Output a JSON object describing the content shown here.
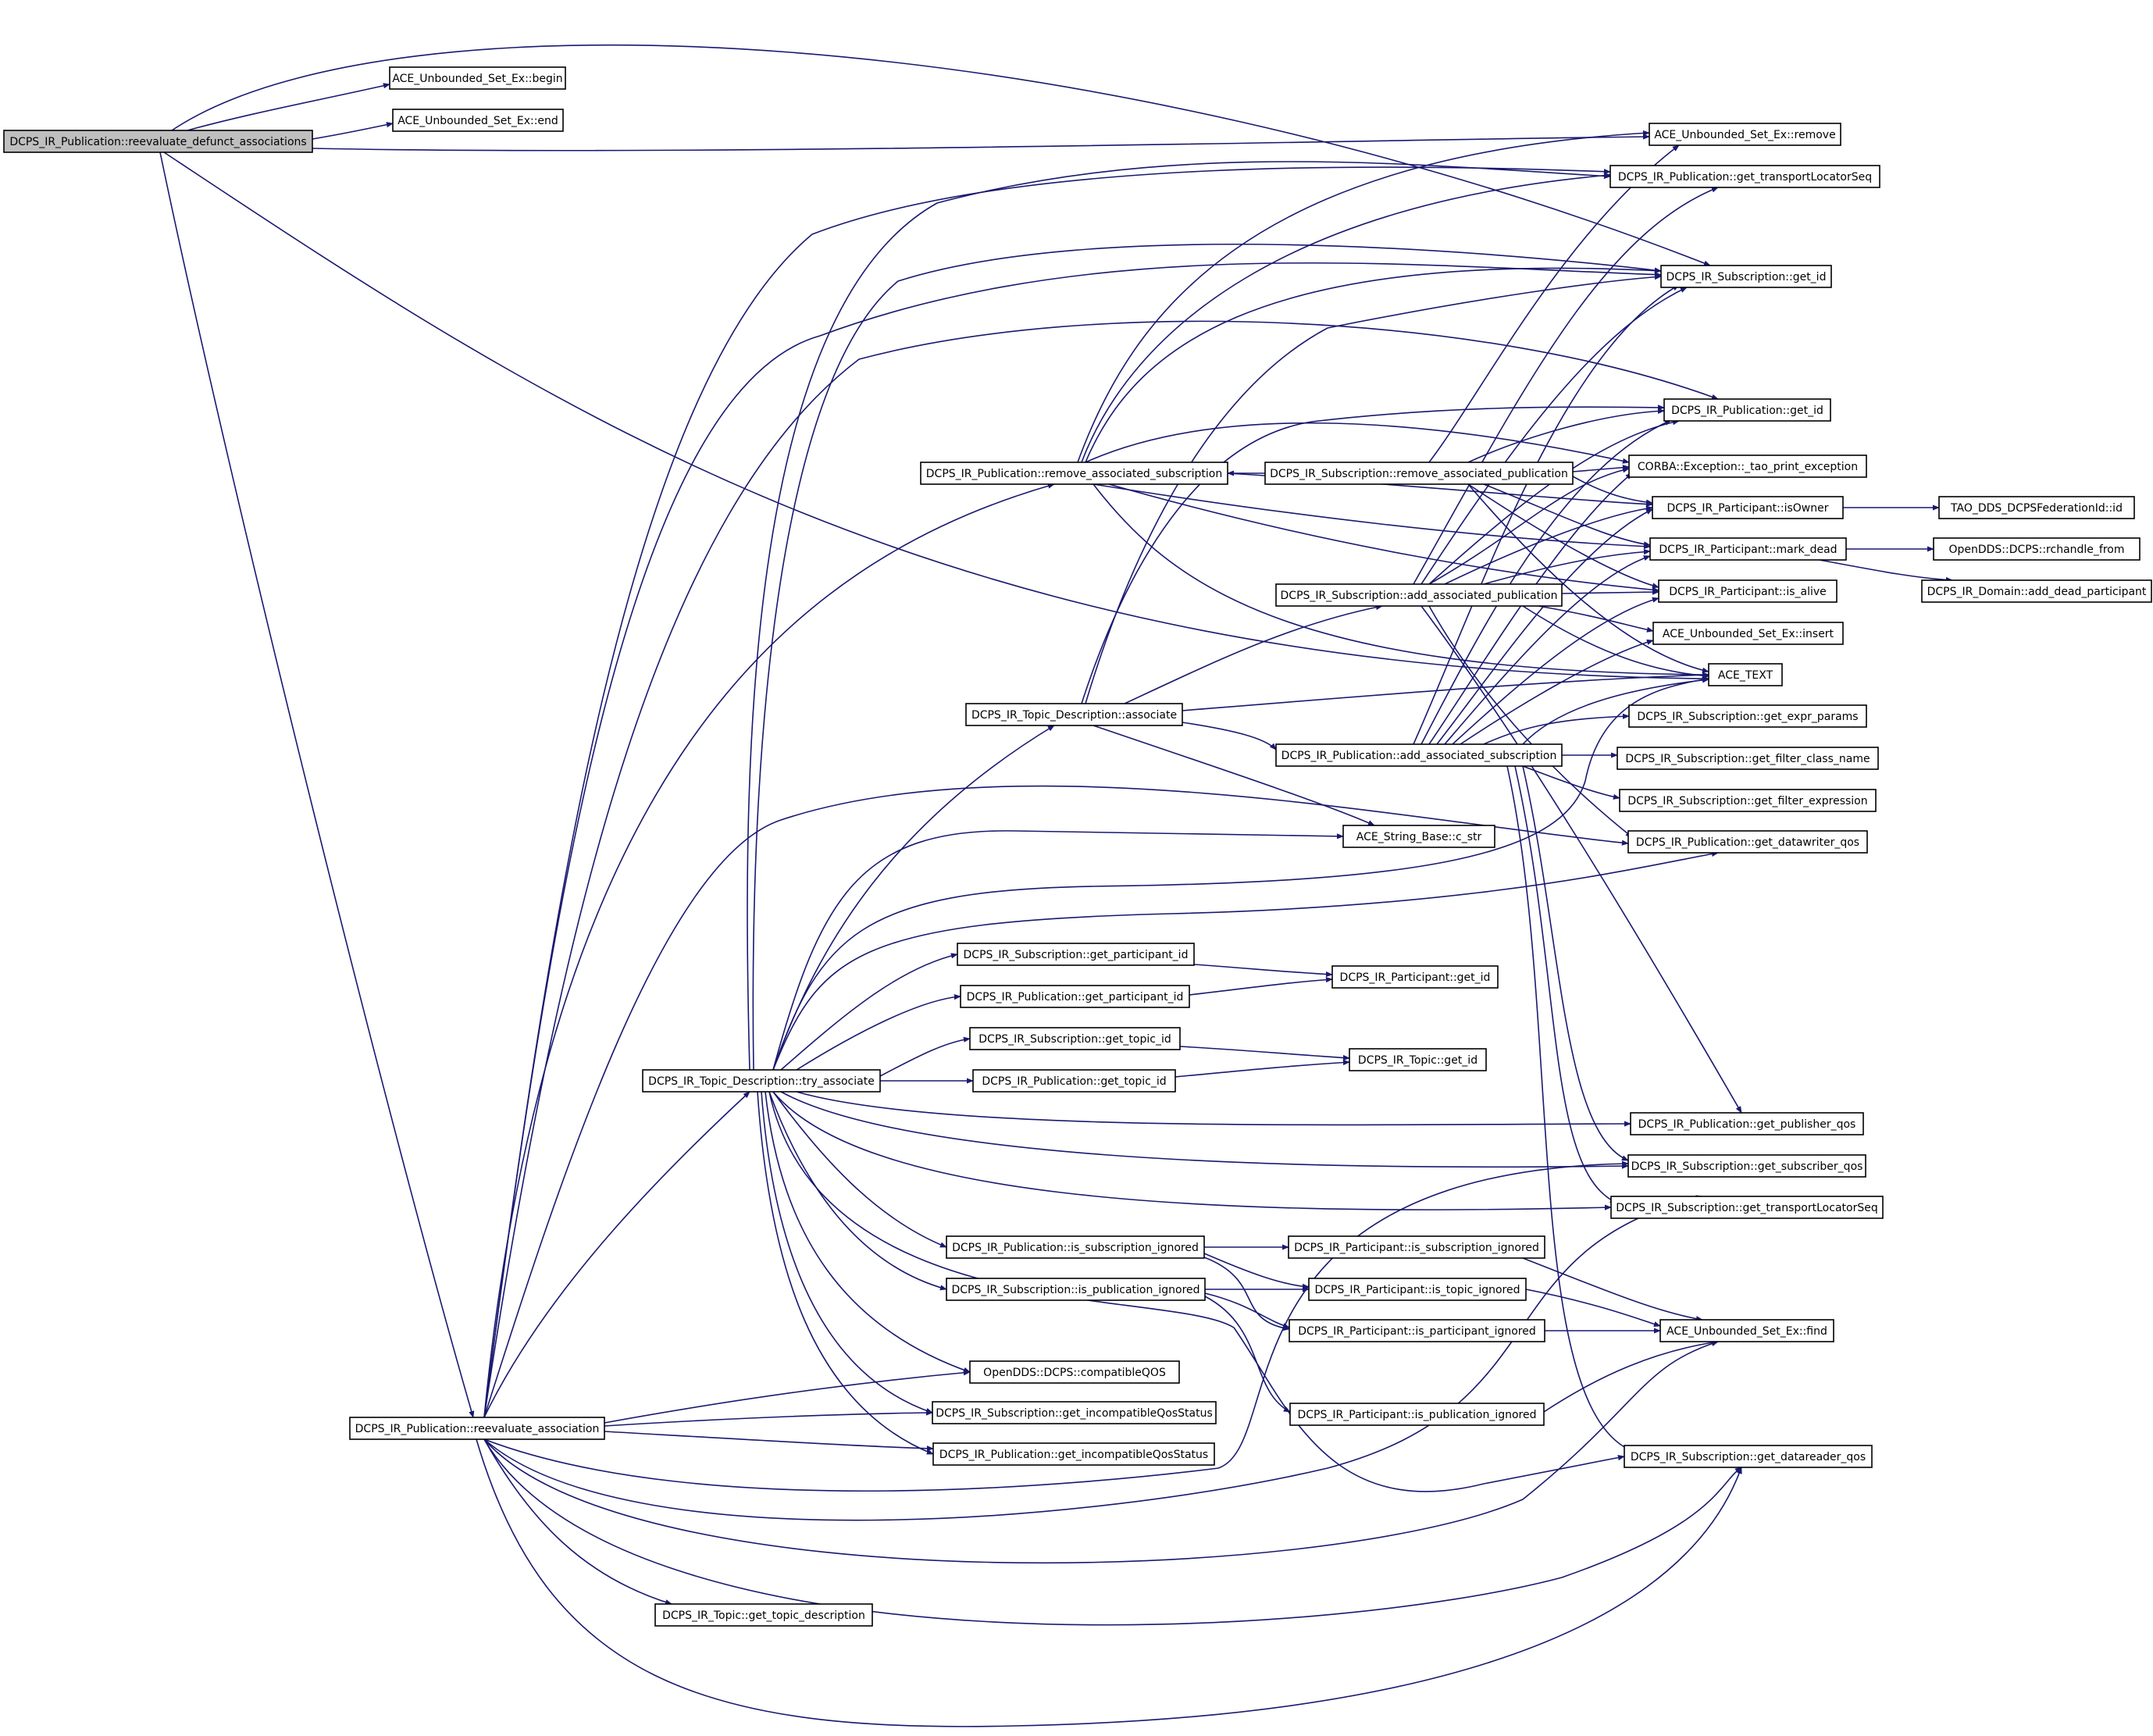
{
  "colors": {
    "edge": "#191970",
    "node_border": "#000000",
    "root_fill": "#bfbfbf",
    "node_fill": "#ffffff"
  },
  "nodes": [
    {
      "id": "reevaluate_defunct",
      "label": "DCPS_IR_Publication::reevaluate_defunct_associations",
      "root": true
    },
    {
      "id": "set_begin",
      "label": "ACE_Unbounded_Set_Ex::begin"
    },
    {
      "id": "set_end",
      "label": "ACE_Unbounded_Set_Ex::end"
    },
    {
      "id": "set_remove",
      "label": "ACE_Unbounded_Set_Ex::remove"
    },
    {
      "id": "pub_transport",
      "label": "DCPS_IR_Publication::get_transportLocatorSeq"
    },
    {
      "id": "sub_get_id",
      "label": "DCPS_IR_Subscription::get_id"
    },
    {
      "id": "pub_get_id",
      "label": "DCPS_IR_Publication::get_id"
    },
    {
      "id": "tao_print",
      "label": "CORBA::Exception::_tao_print_exception"
    },
    {
      "id": "is_owner",
      "label": "DCPS_IR_Participant::isOwner"
    },
    {
      "id": "fed_id",
      "label": "TAO_DDS_DCPSFederationId::id"
    },
    {
      "id": "mark_dead",
      "label": "DCPS_IR_Participant::mark_dead"
    },
    {
      "id": "rchandle",
      "label": "OpenDDS::DCPS::rchandle_from"
    },
    {
      "id": "add_dead",
      "label": "DCPS_IR_Domain::add_dead_participant"
    },
    {
      "id": "is_alive",
      "label": "DCPS_IR_Participant::is_alive"
    },
    {
      "id": "set_insert",
      "label": "ACE_Unbounded_Set_Ex::insert"
    },
    {
      "id": "ace_text",
      "label": "ACE_TEXT"
    },
    {
      "id": "expr_params",
      "label": "DCPS_IR_Subscription::get_expr_params"
    },
    {
      "id": "filter_class",
      "label": "DCPS_IR_Subscription::get_filter_class_name"
    },
    {
      "id": "filter_expr",
      "label": "DCPS_IR_Subscription::get_filter_expression"
    },
    {
      "id": "dw_qos",
      "label": "DCPS_IR_Publication::get_datawriter_qos"
    },
    {
      "id": "remove_assoc_sub",
      "label": "DCPS_IR_Publication::remove_associated_subscription"
    },
    {
      "id": "remove_assoc_pub",
      "label": "DCPS_IR_Subscription::remove_associated_publication"
    },
    {
      "id": "add_assoc_pub",
      "label": "DCPS_IR_Subscription::add_associated_publication"
    },
    {
      "id": "topic_associate",
      "label": "DCPS_IR_Topic_Description::associate"
    },
    {
      "id": "add_assoc_sub",
      "label": "DCPS_IR_Publication::add_associated_subscription"
    },
    {
      "id": "c_str",
      "label": "ACE_String_Base::c_str"
    },
    {
      "id": "sub_part_id",
      "label": "DCPS_IR_Subscription::get_participant_id"
    },
    {
      "id": "pub_part_id",
      "label": "DCPS_IR_Publication::get_participant_id"
    },
    {
      "id": "part_get_id",
      "label": "DCPS_IR_Participant::get_id"
    },
    {
      "id": "sub_topic_id",
      "label": "DCPS_IR_Subscription::get_topic_id"
    },
    {
      "id": "pub_topic_id",
      "label": "DCPS_IR_Publication::get_topic_id"
    },
    {
      "id": "topic_get_id",
      "label": "DCPS_IR_Topic::get_id"
    },
    {
      "id": "try_associate",
      "label": "DCPS_IR_Topic_Description::try_associate"
    },
    {
      "id": "pub_qos",
      "label": "DCPS_IR_Publication::get_publisher_qos"
    },
    {
      "id": "sub_qos",
      "label": "DCPS_IR_Subscription::get_subscriber_qos"
    },
    {
      "id": "sub_transport",
      "label": "DCPS_IR_Subscription::get_transportLocatorSeq"
    },
    {
      "id": "pub_sub_ignored",
      "label": "DCPS_IR_Publication::is_subscription_ignored"
    },
    {
      "id": "part_sub_ignored",
      "label": "DCPS_IR_Participant::is_subscription_ignored"
    },
    {
      "id": "sub_pub_ignored",
      "label": "DCPS_IR_Subscription::is_publication_ignored"
    },
    {
      "id": "part_topic_ignored",
      "label": "DCPS_IR_Participant::is_topic_ignored"
    },
    {
      "id": "part_part_ignored",
      "label": "DCPS_IR_Participant::is_participant_ignored"
    },
    {
      "id": "set_find",
      "label": "ACE_Unbounded_Set_Ex::find"
    },
    {
      "id": "compatible_qos",
      "label": "OpenDDS::DCPS::compatibleQOS"
    },
    {
      "id": "part_pub_ignored",
      "label": "DCPS_IR_Participant::is_publication_ignored"
    },
    {
      "id": "sub_incompat",
      "label": "DCPS_IR_Subscription::get_incompatibleQosStatus"
    },
    {
      "id": "reevaluate_assoc",
      "label": "DCPS_IR_Publication::reevaluate_association"
    },
    {
      "id": "pub_incompat",
      "label": "DCPS_IR_Publication::get_incompatibleQosStatus"
    },
    {
      "id": "dr_qos",
      "label": "DCPS_IR_Subscription::get_datareader_qos"
    },
    {
      "id": "topic_desc",
      "label": "DCPS_IR_Topic::get_topic_description"
    }
  ]
}
